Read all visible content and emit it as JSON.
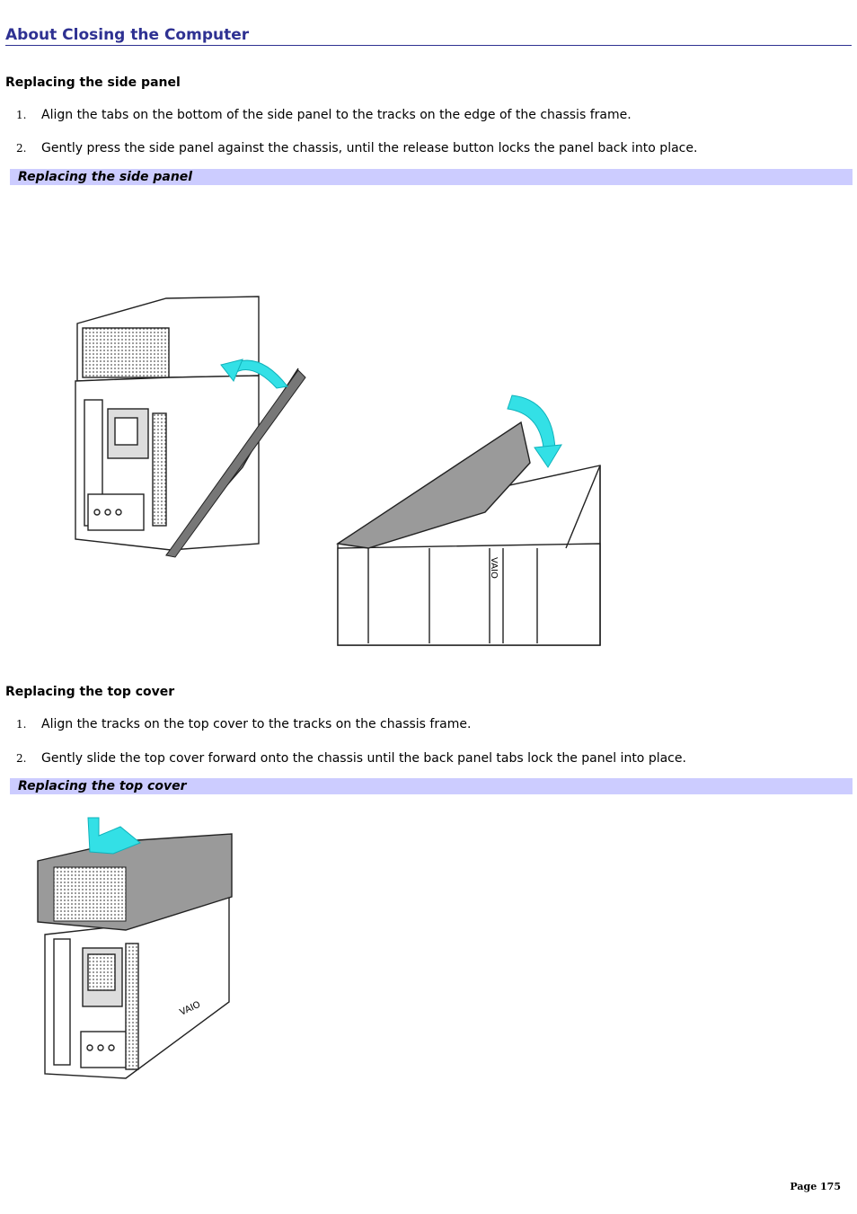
{
  "page_title": "About Closing the Computer",
  "sections": [
    {
      "heading": "Replacing the side panel",
      "steps": [
        {
          "num": "1.",
          "text": "Align the tabs on the bottom of the side panel to the tracks on the edge of the chassis frame."
        },
        {
          "num": "2.",
          "text": "Gently press the side panel against the chassis, until the release button locks the panel back into place."
        }
      ],
      "caption": "Replacing the side panel"
    },
    {
      "heading": "Replacing the top cover",
      "steps": [
        {
          "num": "1.",
          "text": "Align the tracks on the top cover to the tracks on the chassis frame."
        },
        {
          "num": "2.",
          "text": "Gently slide the top cover forward onto the chassis until the back panel tabs lock the panel into place."
        }
      ],
      "caption": "Replacing the top cover"
    }
  ],
  "page_number": "Page 175",
  "colors": {
    "title": "#2e3192",
    "caption_bar": "#ccccff",
    "arrow": "#33e0e6"
  },
  "logo_text": "VAIO"
}
